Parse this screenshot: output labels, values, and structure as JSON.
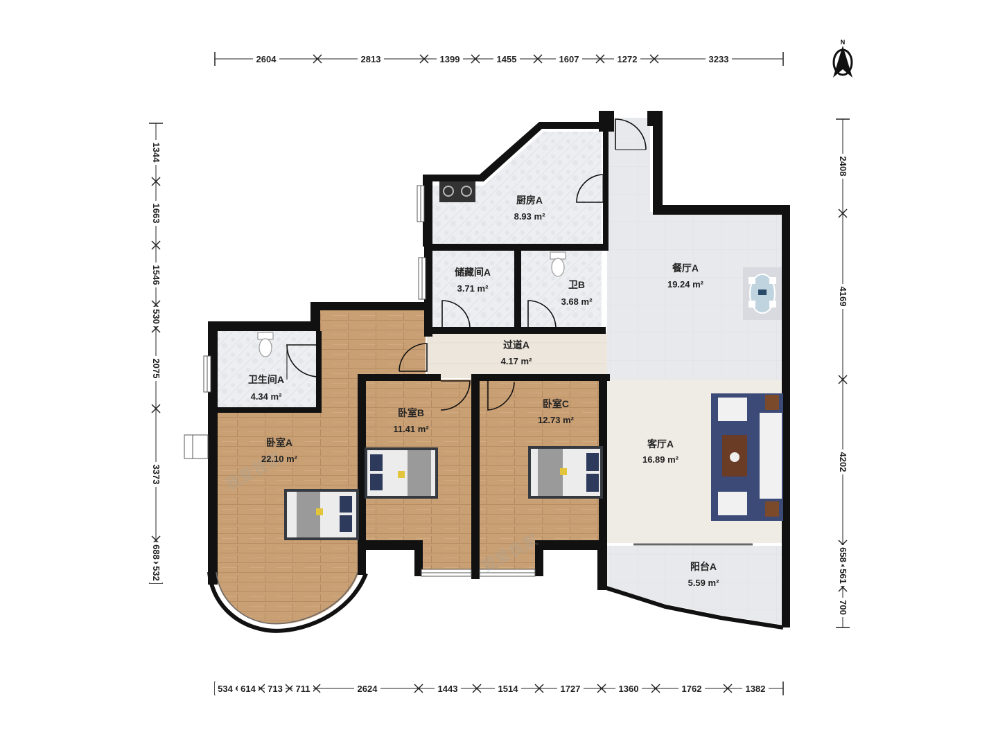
{
  "compass": {
    "label": "N"
  },
  "rooms": [
    {
      "id": "kitchen",
      "name": "厨房A",
      "area": "8.93 m²"
    },
    {
      "id": "storage",
      "name": "储藏间A",
      "area": "3.71 m²"
    },
    {
      "id": "bath-b",
      "name": "卫B",
      "area": "3.68 m²"
    },
    {
      "id": "dining",
      "name": "餐厅A",
      "area": "19.24 m²"
    },
    {
      "id": "hall",
      "name": "过道A",
      "area": "4.17 m²"
    },
    {
      "id": "bath-a",
      "name": "卫生间A",
      "area": "4.34 m²"
    },
    {
      "id": "bed-a",
      "name": "卧室A",
      "area": "22.10 m²"
    },
    {
      "id": "bed-b",
      "name": "卧室B",
      "area": "11.41 m²"
    },
    {
      "id": "bed-c",
      "name": "卧室C",
      "area": "12.73 m²"
    },
    {
      "id": "living",
      "name": "客厅A",
      "area": "16.89 m²"
    },
    {
      "id": "balcony",
      "name": "阳台A",
      "area": "5.59 m²"
    }
  ],
  "dimensions": {
    "top": [
      "2604",
      "2813",
      "1399",
      "1455",
      "1607",
      "1272",
      "3233"
    ],
    "bottom": [
      "534",
      "614",
      "713",
      "711",
      "2624",
      "1443",
      "1514",
      "1727",
      "1360",
      "1762",
      "1382"
    ],
    "left": [
      "1344",
      "1663",
      "1546",
      "530",
      "2075",
      "3373",
      "688",
      "532"
    ],
    "right": [
      "2408",
      "4169",
      "4202",
      "658",
      "561",
      "700"
    ]
  },
  "watermark": {
    "text": "我爱我家"
  },
  "colors": {
    "wall": "#111111",
    "wood": "#c89e73",
    "tile": "#eceef0",
    "floor": "#e9eaed",
    "hall": "#ece6dc",
    "living": "#efece6"
  }
}
